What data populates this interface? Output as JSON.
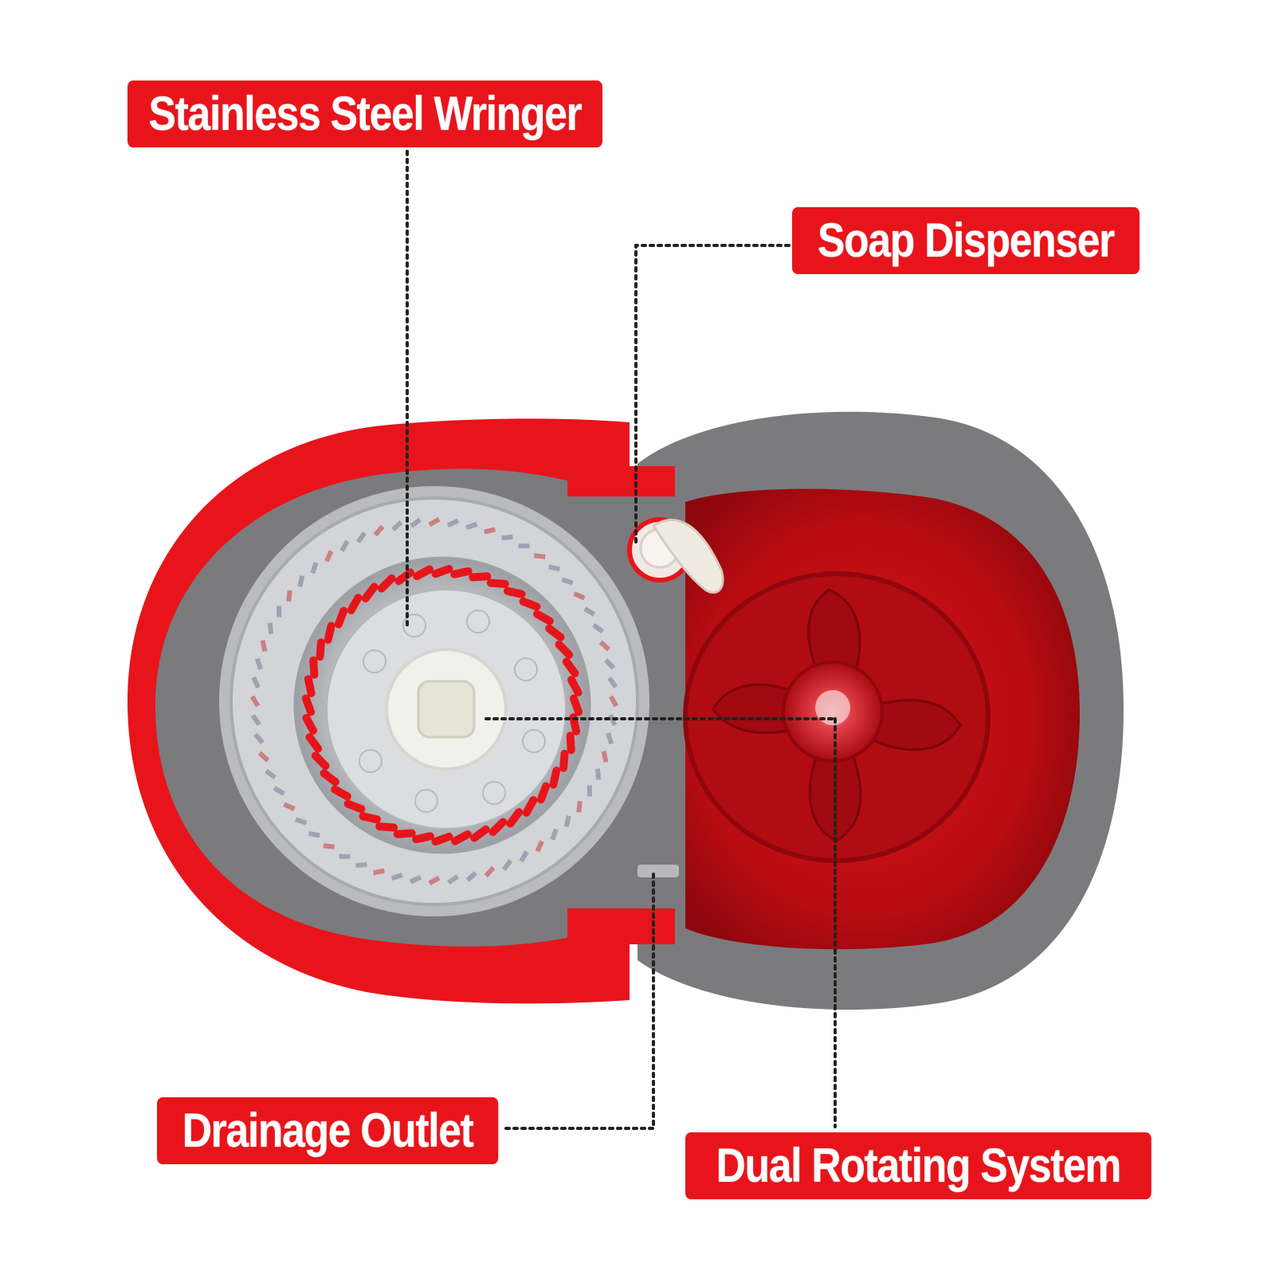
{
  "labels": {
    "wringer": "Stainless Steel Wringer",
    "soap": "Soap Dispenser",
    "drainage": "Drainage Outlet",
    "dual": "Dual Rotating System"
  },
  "colors": {
    "label_bg": "#e8141b",
    "label_text": "#ffffff",
    "bucket_red": "#e8141b",
    "rim_gray": "#7b7b7d",
    "steel": "#d9dadc",
    "leader_line": "#222222"
  }
}
